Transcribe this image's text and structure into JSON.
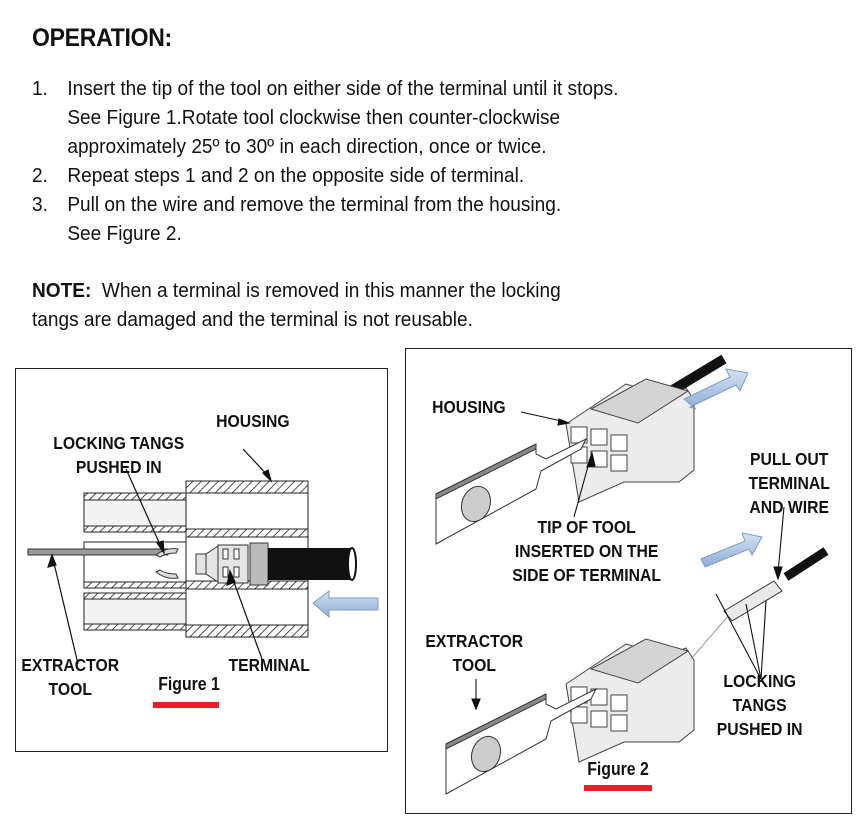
{
  "heading": "OPERATION:",
  "steps": [
    {
      "number": "1.",
      "lines": [
        "Insert the tip of the tool on either side of the terminal until it stops.",
        "See Figure 1.Rotate tool clockwise then counter-clockwise",
        "approximately 25º to 30º in each direction, once or twice."
      ]
    },
    {
      "number": "2.",
      "lines": [
        "Repeat steps 1 and 2 on the opposite side of terminal."
      ]
    },
    {
      "number": "3.",
      "lines": [
        "Pull on the wire and remove the terminal from the housing.",
        "See Figure 2."
      ]
    }
  ],
  "note": {
    "label": "NOTE:",
    "lines": [
      "When a terminal is removed in this manner the locking",
      "tangs are damaged and the terminal is not reusable."
    ]
  },
  "figure1": {
    "caption": "Figure 1",
    "labels": {
      "housing": "HOUSING",
      "locking_tangs": [
        "LOCKING TANGS",
        "PUSHED IN"
      ],
      "extractor_tool": [
        "EXTRACTOR",
        "TOOL"
      ],
      "terminal": "TERMINAL"
    }
  },
  "figure2": {
    "caption": "Figure 2",
    "labels": {
      "housing": "HOUSING",
      "tip_of_tool": [
        "TIP OF TOOL",
        "INSERTED ON THE",
        "SIDE OF TERMINAL"
      ],
      "pull_out": [
        "PULL OUT",
        "TERMINAL",
        "AND WIRE"
      ],
      "extractor_tool": [
        "EXTRACTOR",
        "TOOL"
      ],
      "locking_tangs": [
        "LOCKING",
        "TANGS",
        "PUSHED IN"
      ]
    }
  },
  "colors": {
    "caption_underline": "#ee1c25",
    "arrow_fill": "#a9c3e3"
  }
}
